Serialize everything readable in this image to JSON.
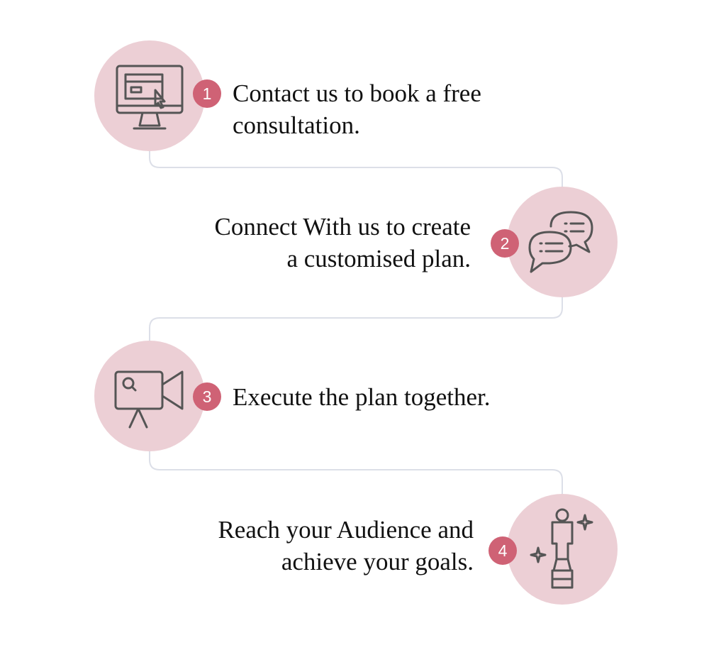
{
  "colors": {
    "circle_fill": "#eccfd5",
    "badge_fill": "#cf6275",
    "icon_stroke": "#555555",
    "connector_line": "#dcdfe8"
  },
  "steps": [
    {
      "number": "1",
      "icon": "computer-monitor-icon",
      "lines": [
        "Contact us to book a free",
        "consultation."
      ]
    },
    {
      "number": "2",
      "icon": "chat-bubbles-icon",
      "lines": [
        "Connect With us to create",
        "a customised plan."
      ]
    },
    {
      "number": "3",
      "icon": "video-camera-icon",
      "lines": [
        "Execute the plan together."
      ]
    },
    {
      "number": "4",
      "icon": "trophy-statue-icon",
      "lines": [
        "Reach your Audience and",
        "achieve your goals."
      ]
    }
  ]
}
